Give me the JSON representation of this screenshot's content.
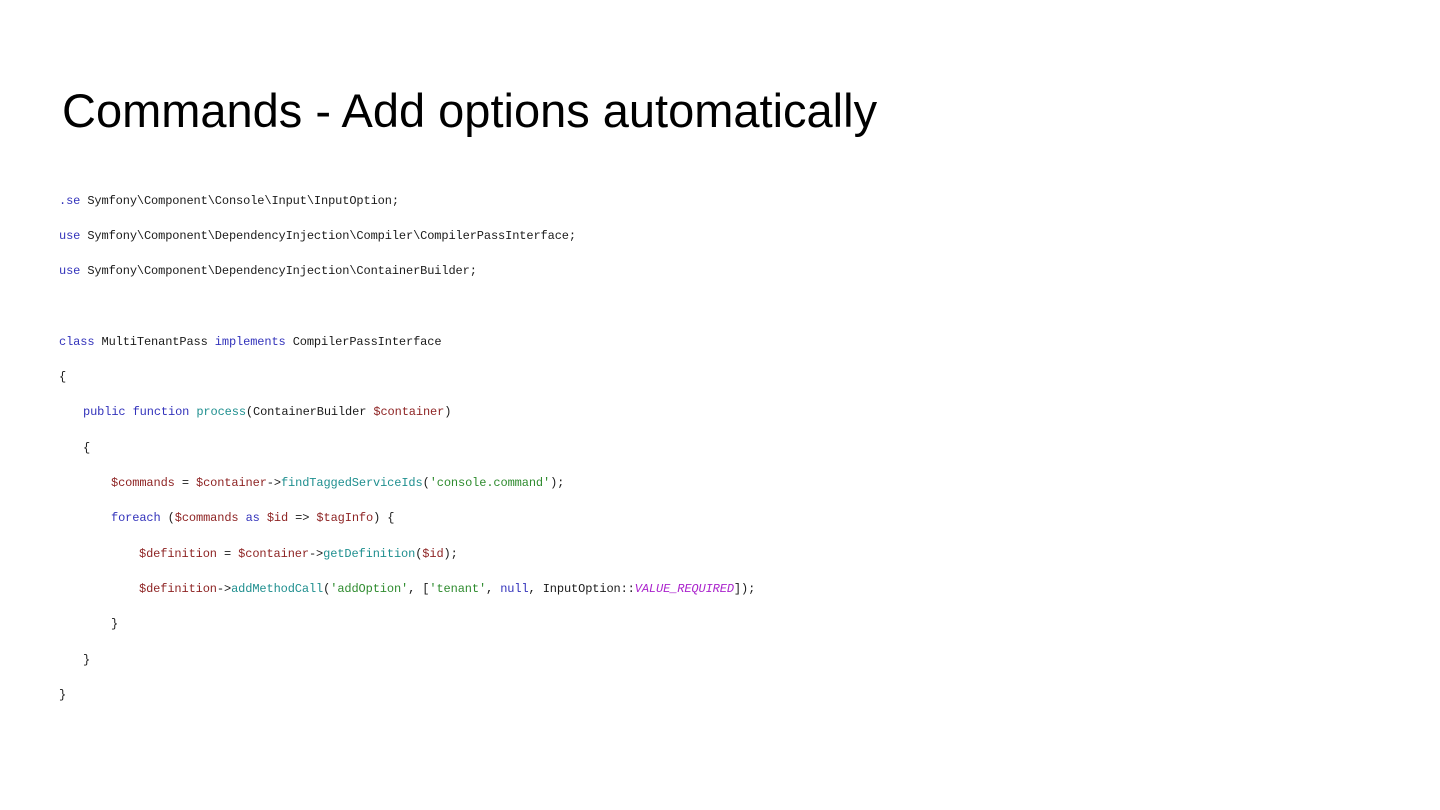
{
  "slide": {
    "title": "Commands - Add options automatically",
    "background": "#ffffff",
    "title_color": "#000000"
  },
  "palette": {
    "keyword": "#3333bb",
    "variable": "#8e2424",
    "function": "#1f8f8f",
    "string": "#2e8b2e",
    "constant": "#aa22cc",
    "plain": "#1a1a1a"
  },
  "code": {
    "lines": [
      {
        "indent": 0,
        "tokens": [
          [
            "k",
            ".se"
          ],
          [
            "pl",
            " Symfony\\Component\\Console\\Input\\InputOption;"
          ]
        ]
      },
      {
        "indent": 0,
        "tokens": [
          [
            "k",
            "use"
          ],
          [
            "pl",
            " Symfony\\Component\\DependencyInjection\\Compiler\\CompilerPassInterface;"
          ]
        ]
      },
      {
        "indent": 0,
        "tokens": [
          [
            "k",
            "use"
          ],
          [
            "pl",
            " Symfony\\Component\\DependencyInjection\\ContainerBuilder;"
          ]
        ]
      },
      {
        "indent": 0,
        "tokens": []
      },
      {
        "indent": 0,
        "tokens": [
          [
            "k",
            "class"
          ],
          [
            "pl",
            " MultiTenantPass "
          ],
          [
            "k",
            "implements"
          ],
          [
            "pl",
            " CompilerPassInterface"
          ]
        ]
      },
      {
        "indent": 0,
        "tokens": [
          [
            "pl",
            "{"
          ]
        ]
      },
      {
        "indent": 1,
        "tokens": [
          [
            "k",
            "public"
          ],
          [
            "pl",
            " "
          ],
          [
            "k",
            "function"
          ],
          [
            "pl",
            " "
          ],
          [
            "f",
            "process"
          ],
          [
            "pl",
            "(ContainerBuilder "
          ],
          [
            "v",
            "$container"
          ],
          [
            "pl",
            ")"
          ]
        ]
      },
      {
        "indent": 1,
        "tokens": [
          [
            "pl",
            "{"
          ]
        ]
      },
      {
        "indent": 2,
        "tokens": [
          [
            "v",
            "$commands"
          ],
          [
            "pl",
            " = "
          ],
          [
            "v",
            "$container"
          ],
          [
            "pl",
            "->"
          ],
          [
            "f",
            "findTaggedServiceIds"
          ],
          [
            "pl",
            "("
          ],
          [
            "s",
            "'console.command'"
          ],
          [
            "pl",
            ");"
          ]
        ]
      },
      {
        "indent": 2,
        "tokens": [
          [
            "k",
            "foreach"
          ],
          [
            "pl",
            " ("
          ],
          [
            "v",
            "$commands"
          ],
          [
            "pl",
            " "
          ],
          [
            "k",
            "as"
          ],
          [
            "pl",
            " "
          ],
          [
            "v",
            "$id"
          ],
          [
            "pl",
            " => "
          ],
          [
            "v",
            "$tagInfo"
          ],
          [
            "pl",
            ") {"
          ]
        ]
      },
      {
        "indent": 3,
        "tokens": [
          [
            "v",
            "$definition"
          ],
          [
            "pl",
            " = "
          ],
          [
            "v",
            "$container"
          ],
          [
            "pl",
            "->"
          ],
          [
            "f",
            "getDefinition"
          ],
          [
            "pl",
            "("
          ],
          [
            "v",
            "$id"
          ],
          [
            "pl",
            ");"
          ]
        ]
      },
      {
        "indent": 3,
        "tokens": [
          [
            "v",
            "$definition"
          ],
          [
            "pl",
            "->"
          ],
          [
            "f",
            "addMethodCall"
          ],
          [
            "pl",
            "("
          ],
          [
            "s",
            "'addOption'"
          ],
          [
            "pl",
            ", ["
          ],
          [
            "s",
            "'tenant'"
          ],
          [
            "pl",
            ", "
          ],
          [
            "k",
            "null"
          ],
          [
            "pl",
            ", InputOption::"
          ],
          [
            "ct",
            "VALUE_REQUIRED"
          ],
          [
            "pl",
            "]);"
          ]
        ]
      },
      {
        "indent": 2,
        "tokens": [
          [
            "pl",
            "}"
          ]
        ]
      },
      {
        "indent": 1,
        "tokens": [
          [
            "pl",
            "}"
          ]
        ]
      },
      {
        "indent": 0,
        "tokens": [
          [
            "pl",
            "}"
          ]
        ]
      }
    ]
  }
}
